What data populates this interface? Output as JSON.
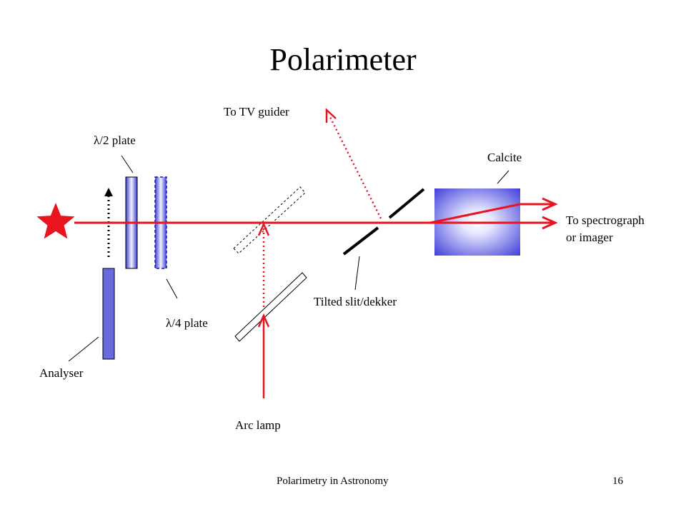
{
  "slide": {
    "title": "Polarimeter",
    "footer_center": "Polarimetry in Astronomy",
    "footer_page": "16"
  },
  "labels": {
    "tv_guider": "To TV guider",
    "half_wave_plate": "λ/2 plate",
    "quarter_wave_plate": "λ/4 plate",
    "calcite": "Calcite",
    "spectrograph_line1": "To spectrograph",
    "spectrograph_line2": "or imager",
    "tilted_slit": "Tilted slit/dekker",
    "analyser": "Analyser",
    "arc_lamp": "Arc lamp"
  },
  "colors": {
    "beam": "#e8141e",
    "plate": "#6a6adf",
    "calcite_edge": "#3a3ad8",
    "calcite_center": "#f0f0ff"
  }
}
